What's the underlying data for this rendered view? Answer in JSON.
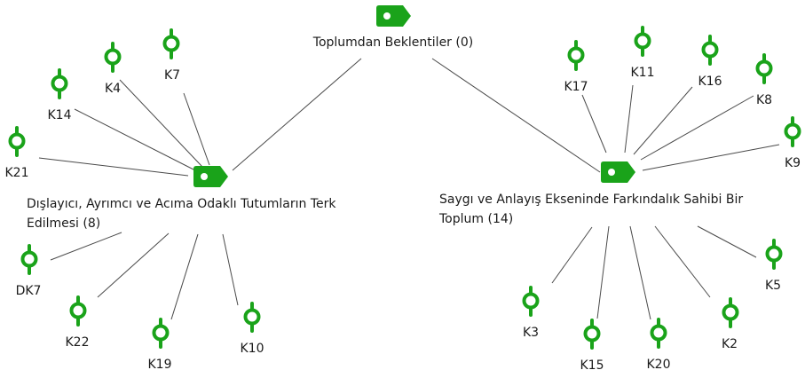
{
  "colors": {
    "node": "#1aa31a",
    "edge": "#4a4a4a",
    "text": "#1a1a1a"
  },
  "root": {
    "label": "Toplumdan Beklentiler (0)",
    "icon": "tag-icon"
  },
  "themes": [
    {
      "id": "left-theme",
      "label_lines": [
        "Dışlayıcı, Ayrımcı ve Acıma Odaklı Tutumların Terk",
        "Edilmesi (8)"
      ],
      "icon": "tag-icon"
    },
    {
      "id": "right-theme",
      "label_lines": [
        "Saygı ve Anlayış Ekseninde Farkındalık Sahibi Bir",
        "Toplum (14)"
      ],
      "icon": "tag-icon"
    }
  ],
  "codes": {
    "left": [
      "K7",
      "K4",
      "K14",
      "K21",
      "DK7",
      "K22",
      "K19",
      "K10"
    ],
    "right": [
      "K17",
      "K11",
      "K16",
      "K8",
      "K9",
      "K5",
      "K2",
      "K20",
      "K15",
      "K3"
    ]
  }
}
